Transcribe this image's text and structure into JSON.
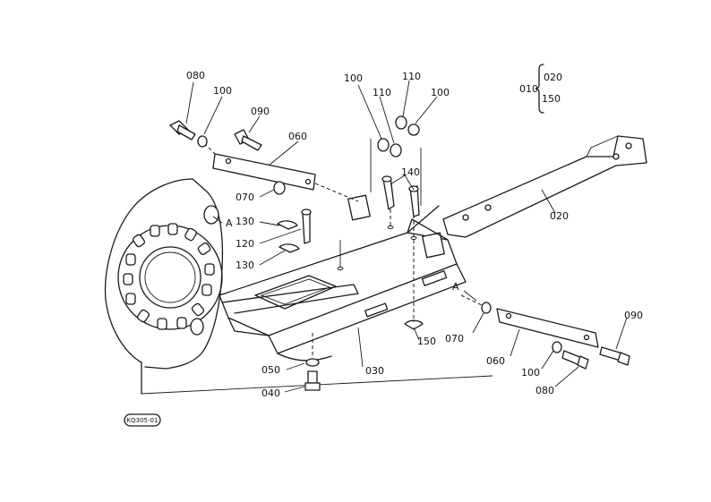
{
  "parts": {
    "p080_top": "080",
    "p100_top_left": "100",
    "p090_top": "090",
    "p060_top": "060",
    "p070_left": "070",
    "p130_a": "130",
    "p120": "120",
    "p130_b": "130",
    "p100_top_mid": "100",
    "p110_a": "110",
    "p110_b": "110",
    "p100_top_right": "100",
    "p140": "140",
    "p020_main": "020",
    "p010": "010",
    "p020_ref": "020",
    "p150_ref": "150",
    "p070_right": "070",
    "p090_right": "090",
    "p060_right": "060",
    "p100_bottom": "100",
    "p080_bottom": "080",
    "p150": "150",
    "p030": "030",
    "p050": "050",
    "p040": "040"
  },
  "refs": {
    "a_left": "A",
    "a_right": "A"
  },
  "drawing_code": "KQ305-01"
}
